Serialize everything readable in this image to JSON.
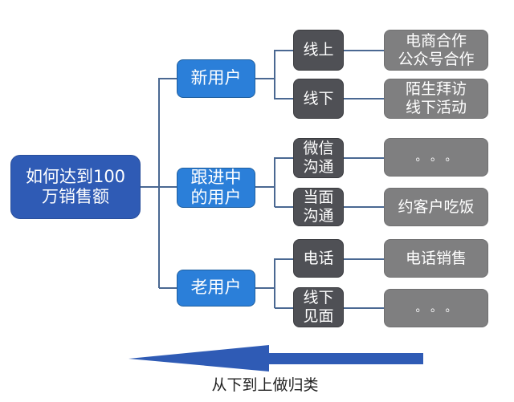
{
  "colors": {
    "root": "#2f5bb5",
    "level1": "#2b7fd9",
    "level2": "#4f5055",
    "level3": "#7f7f80",
    "connector": "#4a6892",
    "arrow": "#2f5bb5"
  },
  "root": {
    "label": "如何达到100万销售额"
  },
  "branches": [
    {
      "label": "新用户",
      "children": [
        {
          "label": "线上",
          "detail": "电商合作\n公众号合作",
          "detail_lines": [
            "电商合作",
            "公众号合作"
          ]
        },
        {
          "label": "线下",
          "detail": "陌生拜访\n线下活动",
          "detail_lines": [
            "陌生拜访",
            "线下活动"
          ]
        }
      ]
    },
    {
      "label": "跟进中的用户",
      "label_lines": [
        "跟进中",
        "的用户"
      ],
      "children": [
        {
          "label": "微信沟通",
          "label_lines": [
            "微信",
            "沟通"
          ],
          "detail": "。。。",
          "detail_lines": [
            "。 。 。"
          ]
        },
        {
          "label": "当面沟通",
          "label_lines": [
            "当面",
            "沟通"
          ],
          "detail": "约客户吃饭",
          "detail_lines": [
            "约客户吃饭"
          ]
        }
      ]
    },
    {
      "label": "老用户",
      "children": [
        {
          "label": "电话",
          "detail": "电话销售",
          "detail_lines": [
            "电话销售"
          ]
        },
        {
          "label": "线下见面",
          "label_lines": [
            "线下",
            "见面"
          ],
          "detail": "。。。",
          "detail_lines": [
            "。 。 。"
          ]
        }
      ]
    }
  ],
  "arrow": {
    "direction": "left",
    "caption": "从下到上做归类"
  }
}
